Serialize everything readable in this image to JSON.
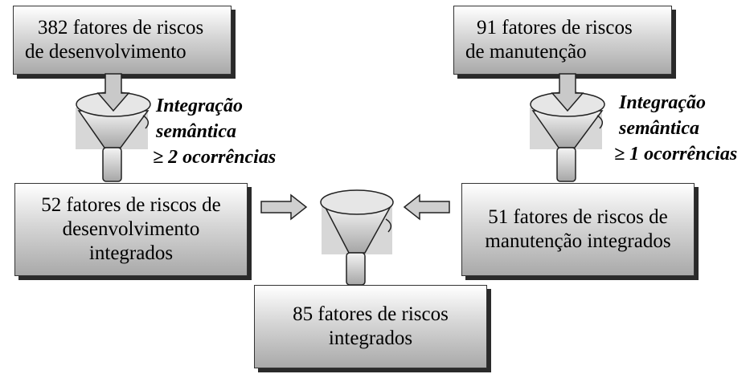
{
  "boxes": {
    "dev_source": {
      "lines": [
        "382  fatores de riscos",
        "de desenvolvimento"
      ]
    },
    "maint_source": {
      "lines": [
        "91   fatores de riscos",
        "de manutenção"
      ]
    },
    "dev_integrated": {
      "lines": [
        "52 fatores de riscos de",
        "desenvolvimento",
        "integrados"
      ]
    },
    "maint_integrated": {
      "lines": [
        "51 fatores de riscos de",
        "manutenção integrados"
      ]
    },
    "final": {
      "lines": [
        "85 fatores de riscos",
        "integrados"
      ]
    }
  },
  "labels": {
    "left": [
      "Integração",
      "semântica",
      "≥ 2 ocorrências"
    ],
    "right": [
      "Integração",
      "semântica",
      "≥ 1 ocorrências"
    ]
  }
}
